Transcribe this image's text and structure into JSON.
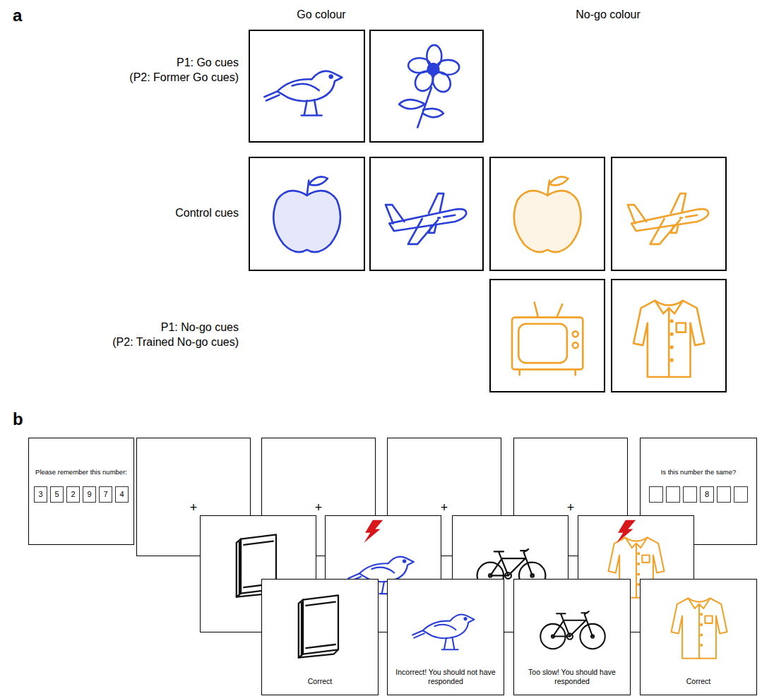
{
  "diagram": {
    "nodes": [
      {
        "text": [
          "Please remember this number:"
        ]
      },
      {
        "text": [
          "3"
        ],
        "in": 0
      },
      {
        "text": [
          "5"
        ],
        "in": 0
      },
      {
        "text": [
          "2"
        ],
        "in": 0
      },
      {
        "text": [
          "9"
        ],
        "in": 0
      },
      {
        "text": [
          "7"
        ],
        "in": 0
      },
      {
        "text": [
          "4"
        ],
        "in": 0
      },
      {
        "text": [
          "+"
        ]
      },
      {
        "text": [
          "+"
        ]
      },
      {
        "text": [
          "+"
        ]
      },
      {
        "text": [
          "+"
        ]
      },
      {
        "text": [
          "Correct"
        ]
      },
      {
        "text": [
          "Incorrect! You should not have responded"
        ]
      },
      {
        "text": [
          "Too slow! You should have responded"
        ]
      },
      {
        "text": [
          "Correct"
        ]
      },
      {
        "text": [
          "Is this number the same?"
        ]
      },
      {
        "text": [
          "8"
        ],
        "in": 15
      }
    ],
    "labels": [
      "a",
      "Go colour",
      "No-go colour",
      "P1: Go cues",
      "(P2: Former Go cues)",
      "Control cues",
      "P1: No-go cues",
      "(P2: Trained No-go cues)",
      "b"
    ]
  }
}
